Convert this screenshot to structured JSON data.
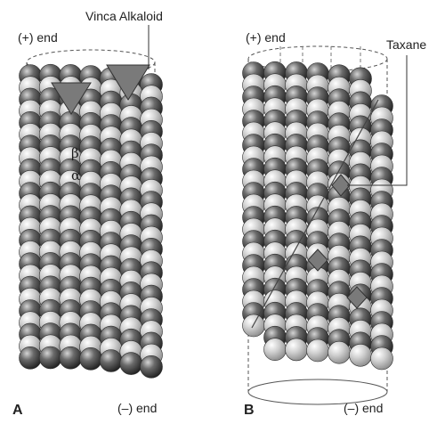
{
  "panels": [
    {
      "letter": "A",
      "plus_end": "(+) end",
      "minus_end": "(–) end",
      "drug": "Vinca Alkaloid",
      "subunit_beta": "β",
      "subunit_alpha": "α"
    },
    {
      "letter": "B",
      "plus_end": "(+) end",
      "minus_end": "(–) end",
      "drug": "Taxane"
    }
  ],
  "colors": {
    "alpha_tubulin": "#bdbdbd",
    "beta_tubulin": "#5a5a5a",
    "drug_marker": "#7a7a7a",
    "outline": "#333333",
    "background": "#ffffff"
  }
}
